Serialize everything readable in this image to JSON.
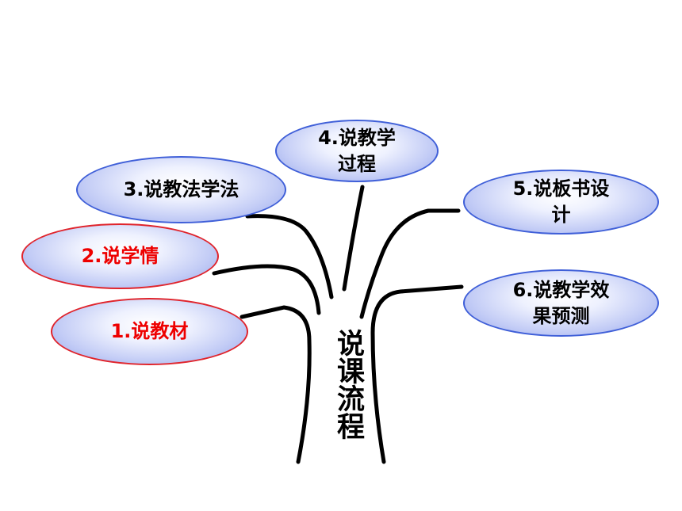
{
  "diagram": {
    "trunk_label": "说课流程",
    "branches": [
      {
        "id": "b1",
        "label": "1.说教材"
      },
      {
        "id": "b2",
        "label": "2.说学情"
      },
      {
        "id": "b3",
        "label": "3.说教法学法"
      },
      {
        "id": "b4",
        "label": "4.说教学\n过程"
      },
      {
        "id": "b5",
        "label": "5.说板书设\n计"
      },
      {
        "id": "b6",
        "label": "6.说教学效\n果预测"
      }
    ],
    "colors": {
      "blue_outline": "#3f5fd8",
      "red_outline": "#e0242c",
      "red_text": "#ee0000",
      "line": "#000000"
    }
  }
}
